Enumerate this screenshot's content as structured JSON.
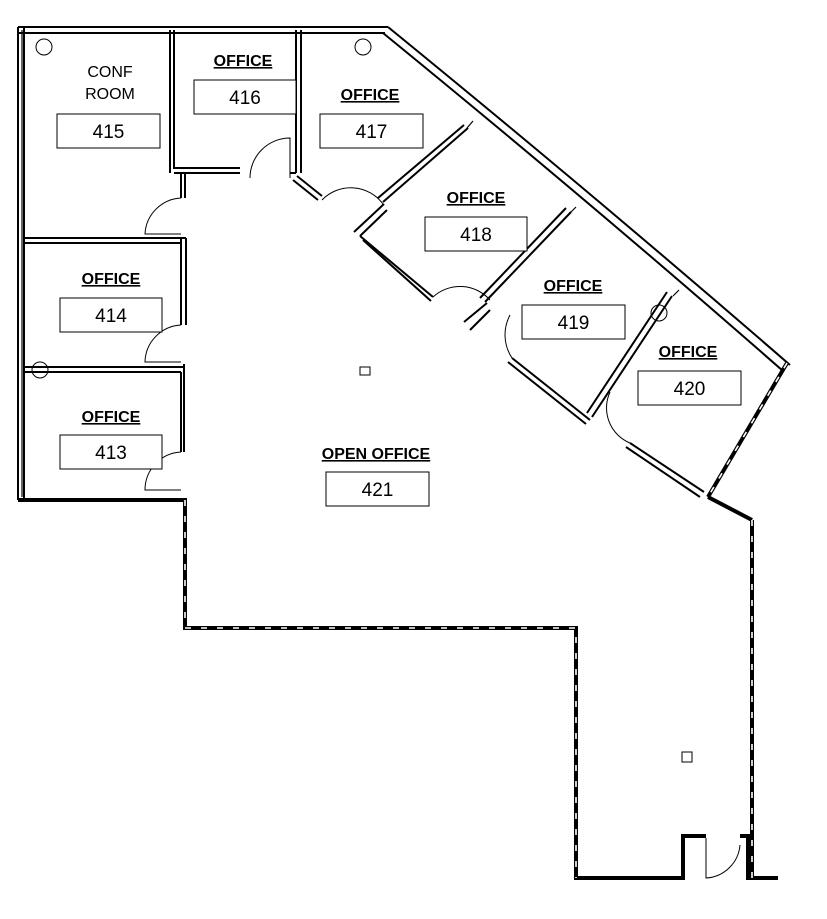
{
  "rooms": [
    {
      "id": "415",
      "label_lines": [
        "CONF",
        "ROOM"
      ],
      "number": "415"
    },
    {
      "id": "416",
      "label_lines": [
        "OFFICE"
      ],
      "number": "416"
    },
    {
      "id": "417",
      "label_lines": [
        "OFFICE"
      ],
      "number": "417"
    },
    {
      "id": "418",
      "label_lines": [
        "OFFICE"
      ],
      "number": "418"
    },
    {
      "id": "419",
      "label_lines": [
        "OFFICE"
      ],
      "number": "419"
    },
    {
      "id": "420",
      "label_lines": [
        "OFFICE"
      ],
      "number": "420"
    },
    {
      "id": "414",
      "label_lines": [
        "OFFICE"
      ],
      "number": "414"
    },
    {
      "id": "413",
      "label_lines": [
        "OFFICE"
      ],
      "number": "413"
    },
    {
      "id": "421",
      "label_lines": [
        "OPEN OFFICE"
      ],
      "number": "421"
    }
  ]
}
